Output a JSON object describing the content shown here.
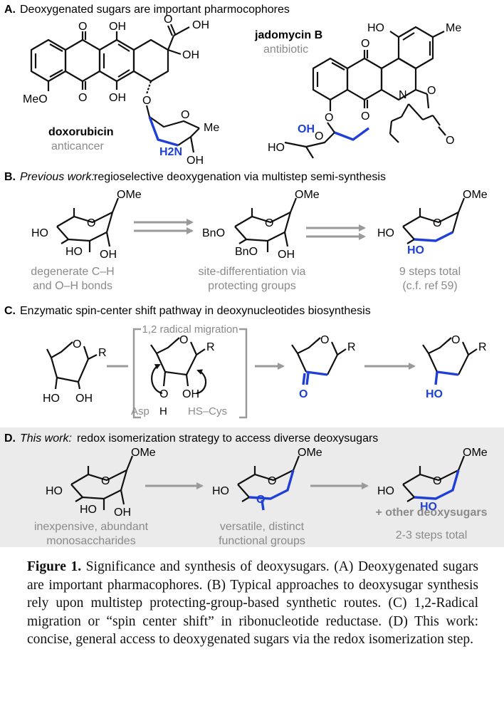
{
  "panel_a": {
    "header_letter": "A.",
    "header_text": "Deoxygenated sugars are important pharmocophores",
    "doxorubicin": {
      "name": "doxorubicin",
      "activity": "anticancer",
      "labels": {
        "o_top": "O",
        "oh_top": "OH",
        "o_keto": "O",
        "oh_chain": "OH",
        "oh_tert": "OH",
        "meo": "MeO",
        "o_bottom": "O",
        "oh_bottom": "OH",
        "o_link": "O",
        "o_ring": "O",
        "me": "Me",
        "h2n": "H2N",
        "oh_sugar": "OH"
      }
    },
    "jadomycin": {
      "name": "jadomycin B",
      "activity": "antibiotic",
      "labels": {
        "ho": "HO",
        "me": "Me",
        "o_top": "O",
        "o_bottom": "O",
        "n": "N",
        "o_ox": "O",
        "o_lactone": "O",
        "o_link": "O",
        "oh_sugar": "OH",
        "o_ring": "O",
        "ho_sugar": "HO"
      }
    }
  },
  "panel_b": {
    "header_letter": "B.",
    "header_italic": "Previous work:",
    "header_text": " regioselective deoxygenation via multistep semi-synthesis",
    "col1": {
      "line1": "degenerate C–H",
      "line2": "and O–H bonds",
      "labels": {
        "ome": "OMe",
        "ho_l": "HO",
        "ho_b": "HO",
        "oh": "OH",
        "o": "O"
      }
    },
    "col2": {
      "line1": "site-differentiation via",
      "line2": "protecting groups",
      "labels": {
        "ome": "OMe",
        "bno_l": "BnO",
        "bno_b": "BnO",
        "oh": "OH",
        "o": "O"
      }
    },
    "col3": {
      "line1": "9 steps total",
      "line2": "(c.f. ref 59)",
      "labels": {
        "ome": "OMe",
        "ho_l": "HO",
        "ho_b": "HO",
        "o": "O"
      }
    }
  },
  "panel_c": {
    "header_letter": "C.",
    "header_text": "Enzymatic spin-center shift pathway in deoxynucleotides biosynthesis",
    "bracket_title": "1,2 radical migration",
    "asp": "Asp",
    "h": "H",
    "hs_cys": "HS–Cys",
    "labels": {
      "r": "R",
      "o": "O",
      "ho": "HO",
      "oh": "OH",
      "keto_o": "O"
    }
  },
  "panel_d": {
    "header_letter": "D.",
    "header_italic": "This work:",
    "header_text": " redox isomerization strategy to access diverse deoxysugars",
    "col1": {
      "line1": "inexpensive, abundant",
      "line2": "monosaccharides"
    },
    "col2": {
      "line1": "versatile, distinct",
      "line2": "functional groups"
    },
    "col3": {
      "bold": "+ other deoxysugars",
      "line2": "2-3 steps total"
    },
    "labels": {
      "ome": "OMe",
      "ho": "HO",
      "oh": "OH",
      "o": "O"
    }
  },
  "caption": {
    "label": "Figure 1.",
    "text": " Significance and synthesis of deoxysugars. (A) Deoxygenated sugars are important pharmacophores. (B) Typical approaches to deoxysugar synthesis rely upon multistep protecting-group-based synthetic routes. (C) 1,2-Radical migration or “spin center shift” in ribonucleotide reductase. (D) This work: concise, general access to deoxygenated sugars via the redox isomerization step."
  },
  "colors": {
    "blue": "#1f3fd6",
    "gray": "#8a8a8a",
    "panel_bg": "#ebebeb",
    "arrow": "#9a9a9a"
  }
}
